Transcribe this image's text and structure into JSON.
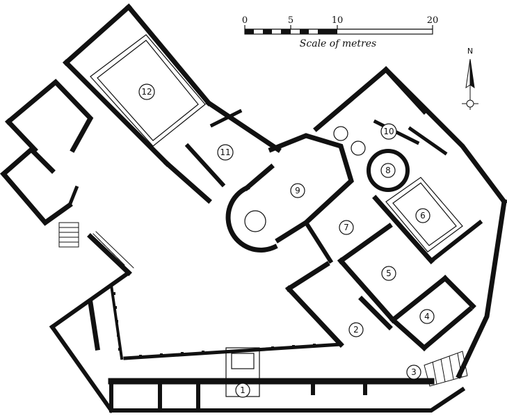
{
  "scale": {
    "ticks": [
      "0",
      "5",
      "10",
      "20"
    ],
    "title": "Scale of metres"
  },
  "north": {
    "label": "N"
  },
  "rooms": [
    {
      "id": "room-1",
      "label": "1"
    },
    {
      "id": "room-2",
      "label": "2"
    },
    {
      "id": "room-3",
      "label": "3"
    },
    {
      "id": "room-4",
      "label": "4"
    },
    {
      "id": "room-5",
      "label": "5"
    },
    {
      "id": "room-6",
      "label": "6"
    },
    {
      "id": "room-7",
      "label": "7"
    },
    {
      "id": "room-8",
      "label": "8"
    },
    {
      "id": "room-9",
      "label": "9"
    },
    {
      "id": "room-10",
      "label": "10"
    },
    {
      "id": "room-11",
      "label": "11"
    },
    {
      "id": "room-12",
      "label": "12"
    }
  ]
}
